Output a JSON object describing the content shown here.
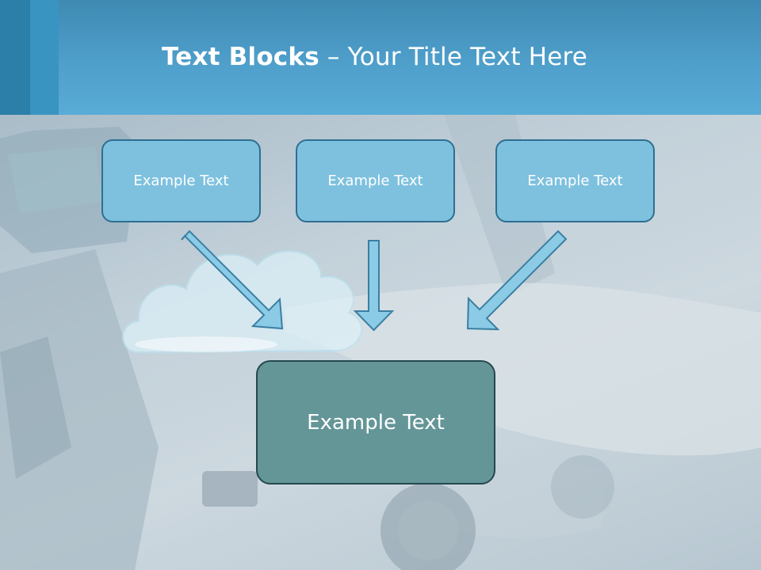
{
  "header": {
    "title_bold": "Text Blocks",
    "title_dash": " – ",
    "title_rest": "Your Title Text Here"
  },
  "blocks": [
    {
      "label": "Example Text"
    },
    {
      "label": "Example Text"
    },
    {
      "label": "Example Text"
    }
  ],
  "main_block": {
    "label": "Example Text"
  },
  "colors": {
    "header": "#4f9fcb",
    "box_fill": "#7ec1df",
    "box_border": "#2f6f91",
    "main_fill": "#649698",
    "main_border": "#24484f",
    "arrow_fill": "#8ccbe6",
    "arrow_stroke": "#3a7fa3"
  }
}
